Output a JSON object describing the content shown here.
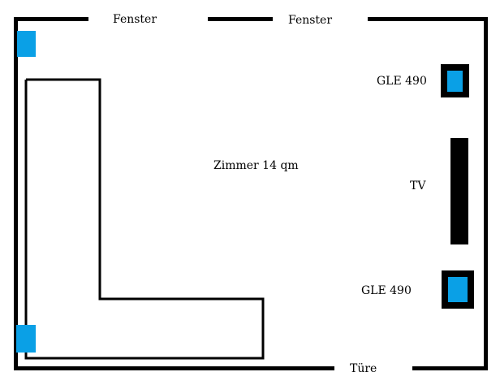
{
  "diagram": {
    "type": "floor-plan",
    "room_label": "Zimmer 14 qm",
    "windows": [
      {
        "label": "Fenster"
      },
      {
        "label": "Fenster"
      }
    ],
    "door": {
      "label": "Türe"
    },
    "speakers": [
      {
        "label": "GLE 490"
      },
      {
        "label": "GLE 490"
      }
    ],
    "tv": {
      "label": "TV"
    },
    "colors": {
      "wall": "#000000",
      "blue_marker": "#0aa0e6",
      "background": "#ffffff"
    }
  }
}
